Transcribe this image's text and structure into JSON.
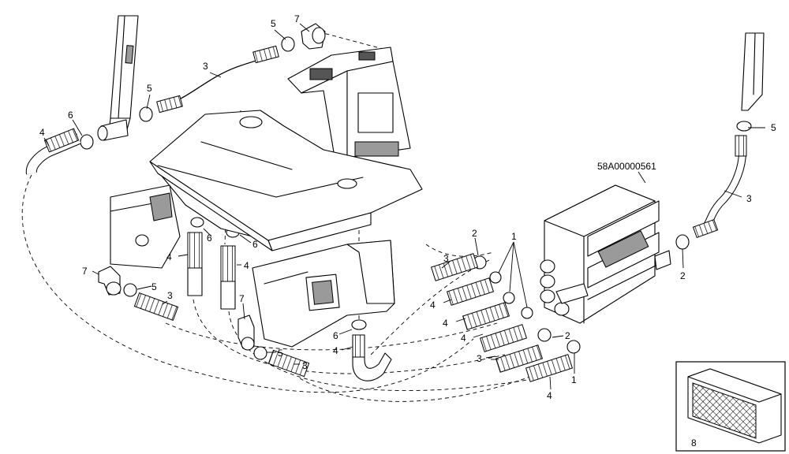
{
  "part_code": "58A00000561",
  "callouts": [
    "1",
    "2",
    "3",
    "4",
    "5",
    "6",
    "7",
    "8"
  ]
}
